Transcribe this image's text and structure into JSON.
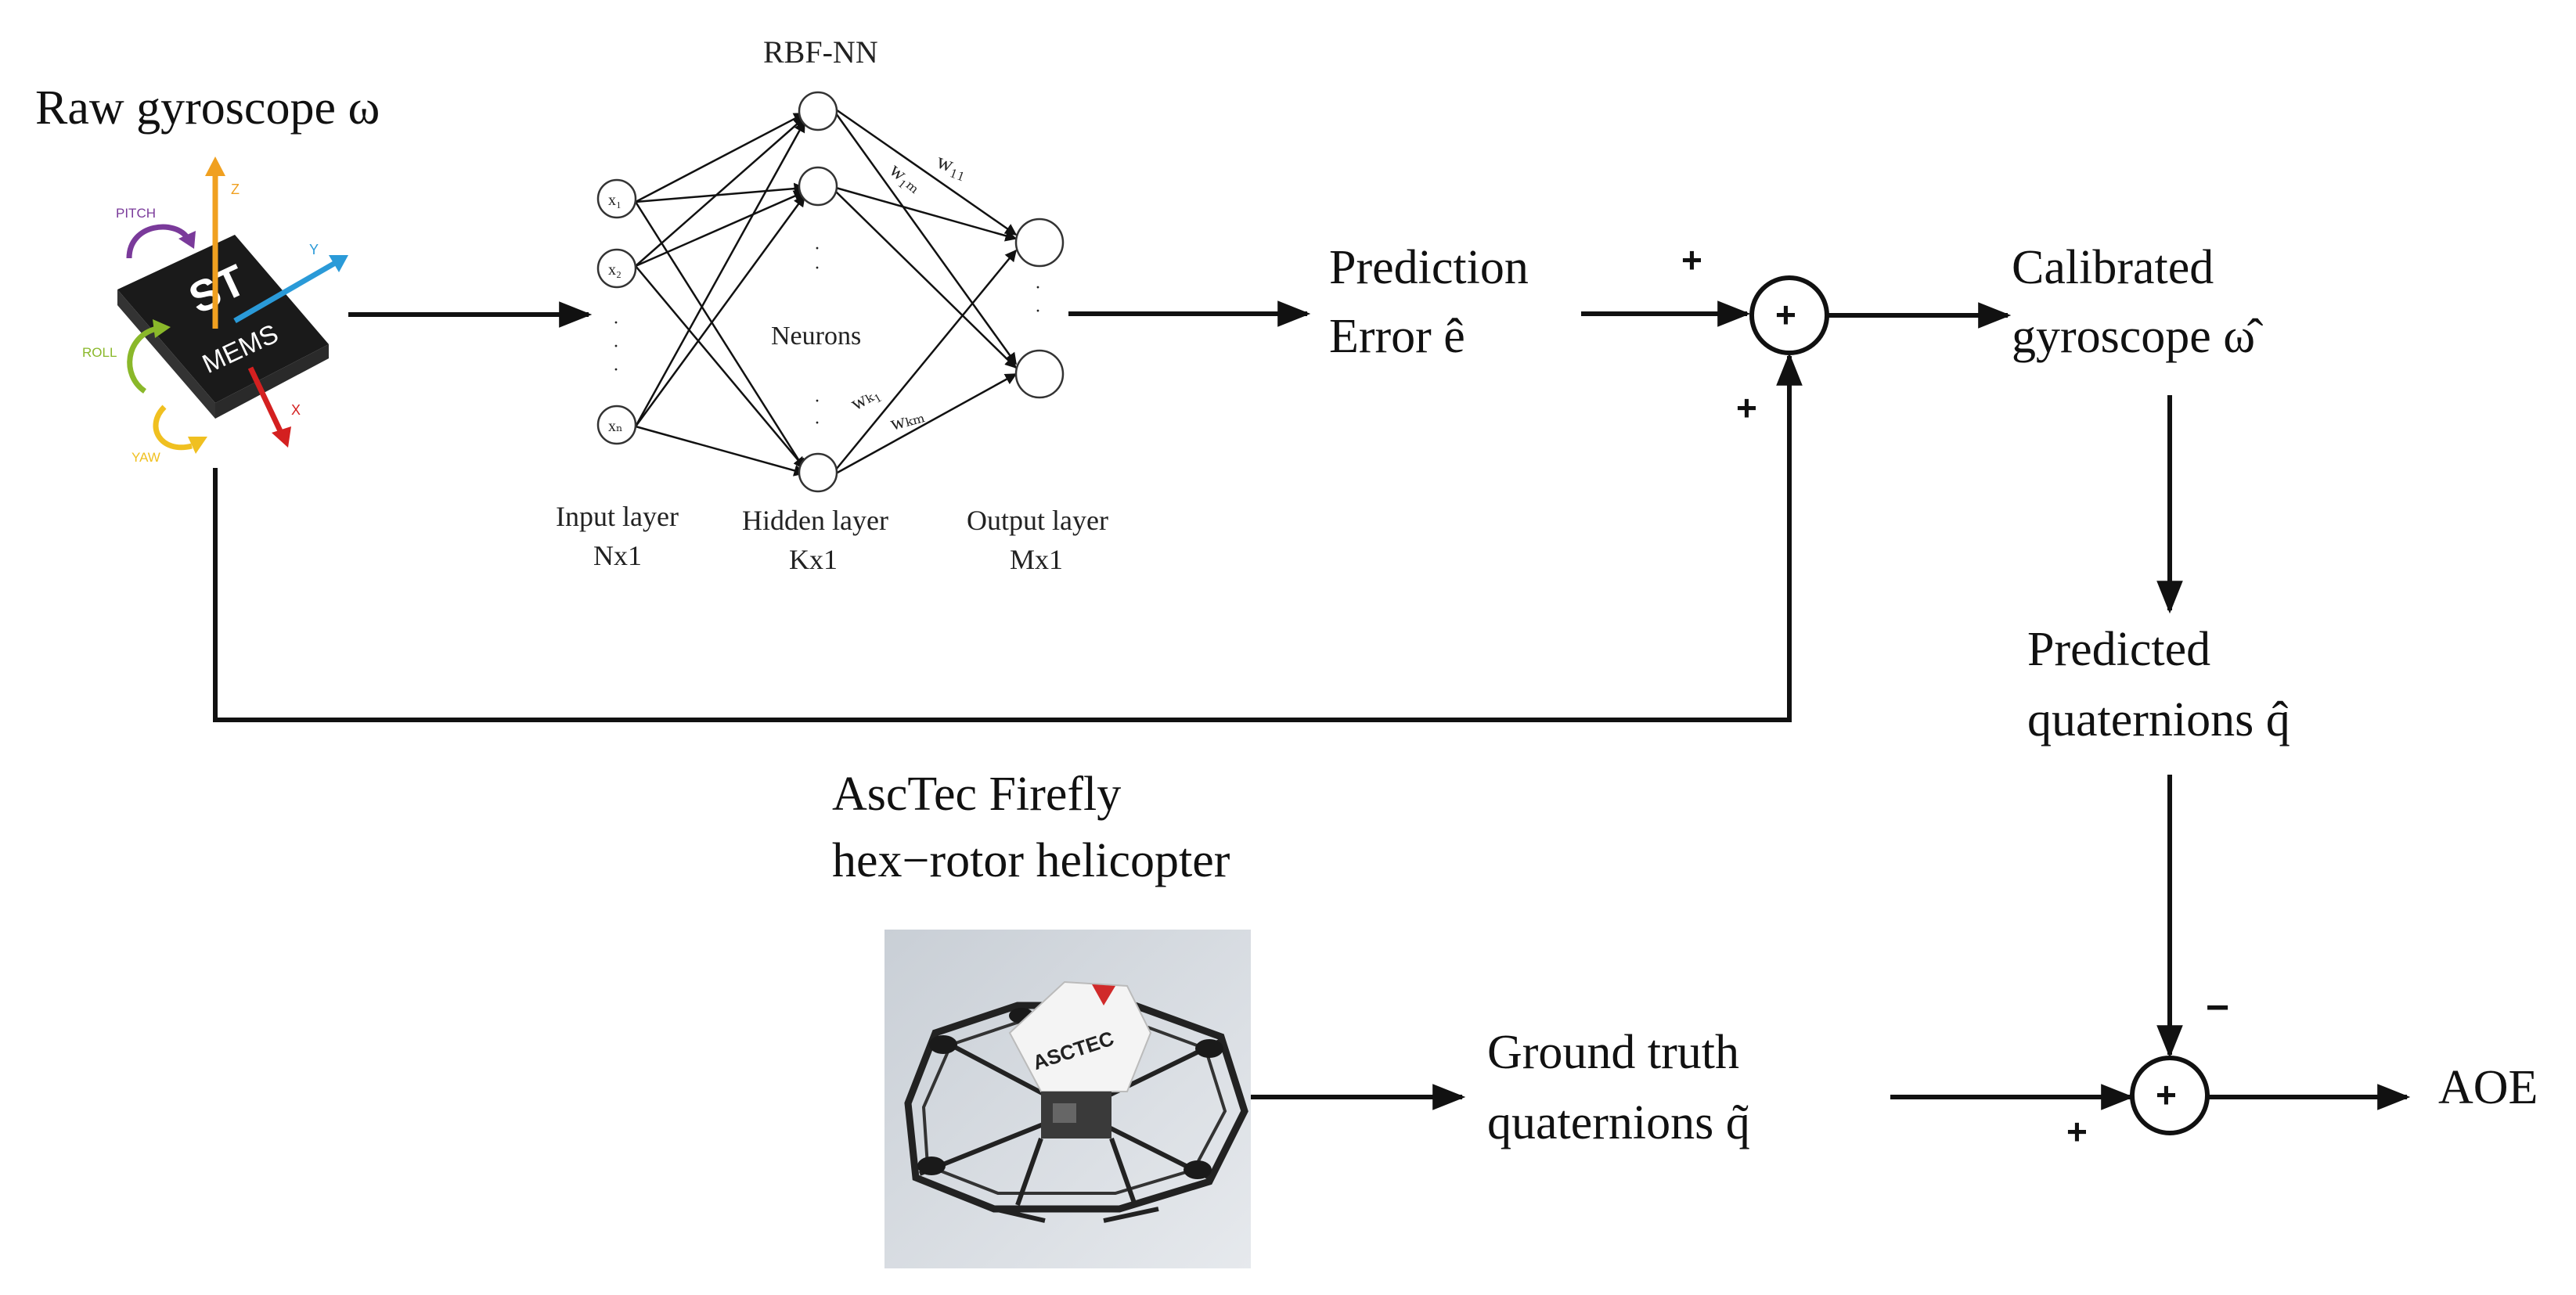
{
  "labels": {
    "raw_gyro": "Raw gyroscope ω",
    "rbf_title": "RBF-NN",
    "neurons": "Neurons",
    "input_layer": "Input layer",
    "input_dim": "Nx1",
    "hidden_layer": "Hidden layer",
    "hidden_dim": "Kx1",
    "output_layer": "Output layer",
    "output_dim": "Mx1",
    "prediction_line1": "Prediction",
    "prediction_line2": "Error ê",
    "calibrated_line1": "Calibrated",
    "calibrated_line2": "gyroscope ω̂",
    "predicted_line1": "Predicted",
    "predicted_line2": "quaternions q̂",
    "asctec_line1": "AscTec Firefly",
    "asctec_line2": "hex−rotor helicopter",
    "ground_line1": "Ground truth",
    "ground_line2": "quaternions  q̃",
    "aoe": "AOE"
  },
  "network": {
    "inputs": [
      "x₁",
      "x₂",
      "xₙ"
    ],
    "weights": [
      "w₁₁",
      "w₁ₘ",
      "wₖ₁",
      "wₖₘ"
    ]
  },
  "signs": {
    "sum1_top": "+",
    "sum1_bottom": "+",
    "sum2_top": "−",
    "sum2_left": "+"
  },
  "chip": {
    "text": "MEMS",
    "logo": "ST",
    "axes": {
      "z": "Z",
      "y": "Y",
      "x": "X",
      "pitch": "PITCH",
      "roll": "ROLL",
      "yaw": "YAW"
    },
    "colors": {
      "z": "#f0a020",
      "y": "#2a9ad8",
      "x": "#d42020",
      "pitch": "#7a3a9a",
      "roll": "#8ab82a",
      "yaw": "#f0c020"
    }
  },
  "drone": {
    "brand": "ASCTEC"
  }
}
